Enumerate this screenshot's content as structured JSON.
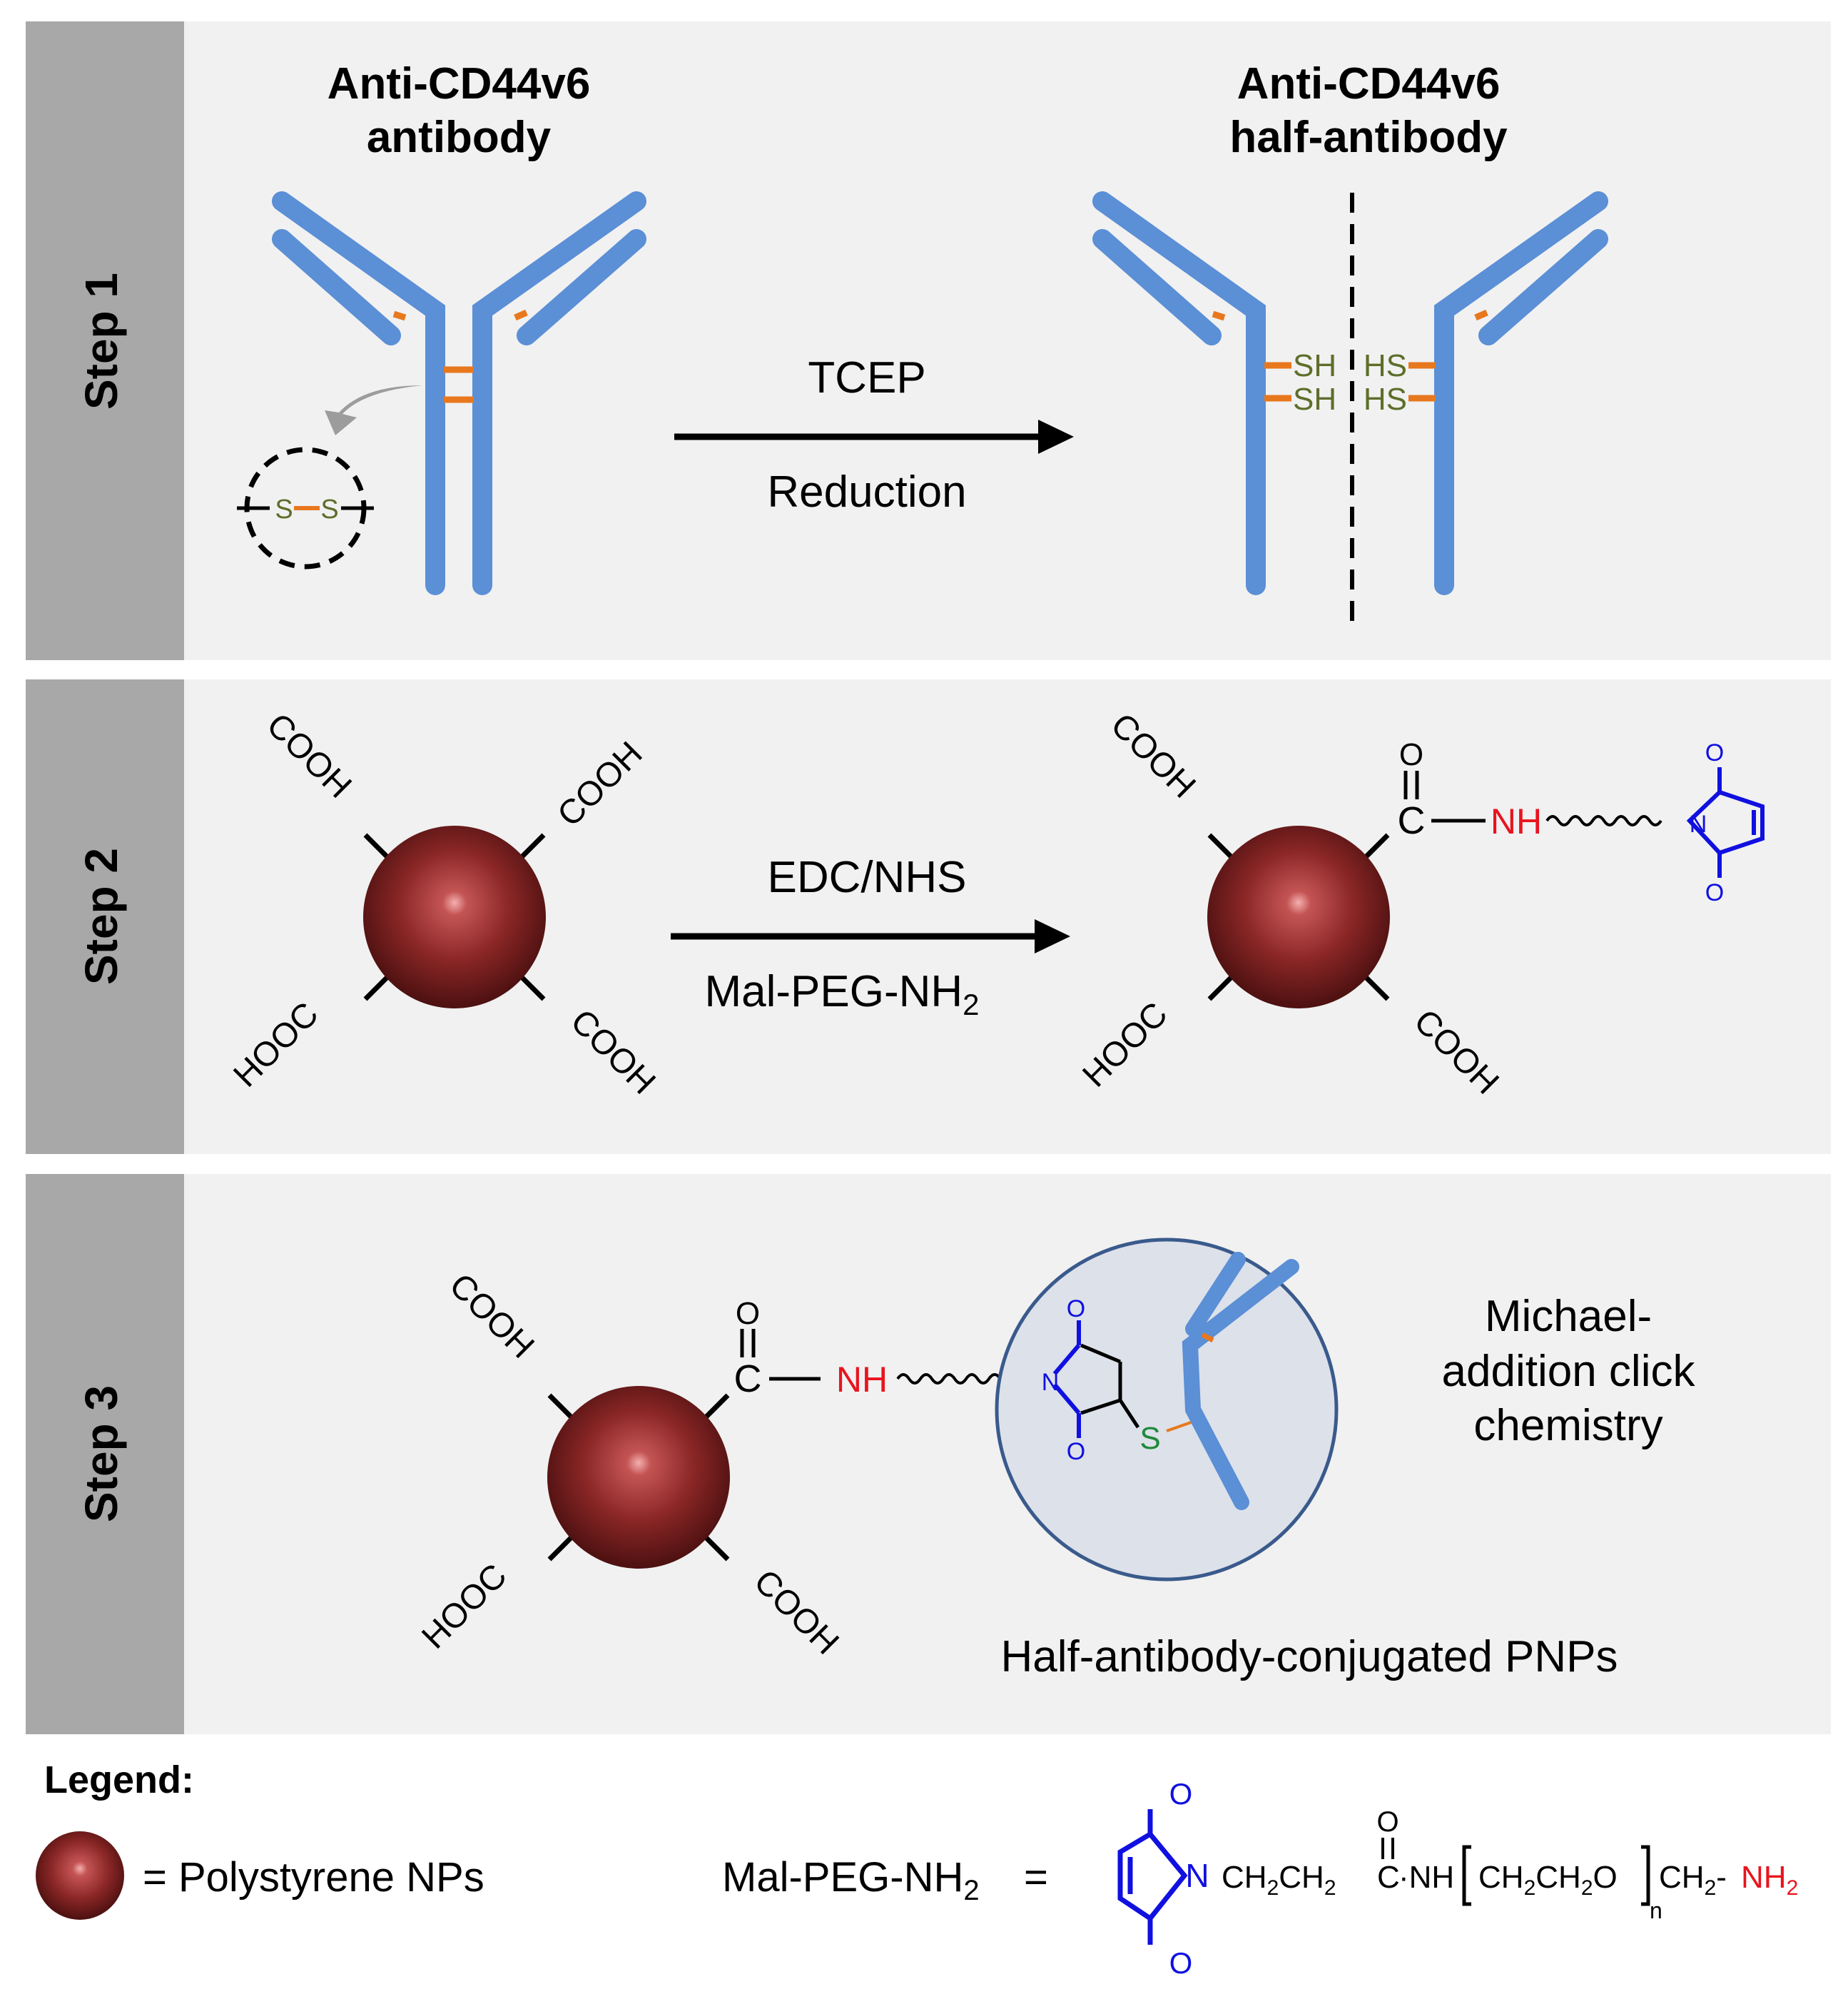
{
  "steps": [
    {
      "label": "Step 1",
      "left_title": [
        "Anti-CD44v6",
        "antibody"
      ],
      "right_title": [
        "Anti-CD44v6",
        "half-antibody"
      ],
      "arrow_top": "TCEP",
      "arrow_bottom": "Reduction",
      "disulfide_atom": "S",
      "thiol_left": "SH",
      "thiol_right": "HS"
    },
    {
      "label": "Step 2",
      "arrow_top": "EDC/NHS",
      "arrow_bottom": "Mal-PEG-NH",
      "arrow_bottom_sub": "2",
      "cooh": "COOH",
      "hooc": "HOOC",
      "carbonyl_c": "C",
      "carbonyl_o": "O",
      "amide_nh": "NH",
      "maleimide_n": "N",
      "maleimide_o": "O"
    },
    {
      "label": "Step 3",
      "cooh": "COOH",
      "hooc": "HOOC",
      "carbonyl_c": "C",
      "carbonyl_o": "O",
      "amide_nh": "NH",
      "succinimide_n": "N",
      "succinimide_o": "O",
      "thioether_s": "S",
      "note_lines": [
        "Michael-",
        "addition click",
        "chemistry"
      ],
      "caption": "Half-antibody-conjugated PNPs"
    }
  ],
  "legend": {
    "title": "Legend:",
    "np_label": "= Polystyrene NPs",
    "mal_label": "Mal-PEG-NH",
    "mal_label_sub": "2",
    "mal_equals": "=",
    "formula": {
      "o_top": "O",
      "o_bottom": "O",
      "n": "N",
      "part1": "CH",
      "part1_sub": "2",
      "part2": "CH",
      "part2_sub": "2",
      "carbonyl_c": "C",
      "carbonyl_o": "O",
      "dot_nh": "·NH",
      "repeat": "CH",
      "repeat_sub1": "2",
      "repeat2": "CH",
      "repeat_sub2": "2",
      "repeat_o": "O",
      "n_sub": "n",
      "ch2": "CH",
      "ch2_sub": "2",
      "dash": "-",
      "nh2": "NH",
      "nh2_sub": "2"
    }
  },
  "colors": {
    "panel_bg": "#f1f1f1",
    "step_label_bg": "#a8a8a8",
    "antibody": "#5b8fd6",
    "disulfide": "#e8781e",
    "thiol_text": "#5d6e2a",
    "amine": "#e8141e",
    "maleimide": "#1010e0",
    "sulfur": "#1f8a3a",
    "circle_fill": "#dde1ea",
    "circle_stroke": "#3a5a8c",
    "np_dark": "#5a1414",
    "np_mid": "#8e2a2a",
    "np_light": "#f0a0a0"
  }
}
